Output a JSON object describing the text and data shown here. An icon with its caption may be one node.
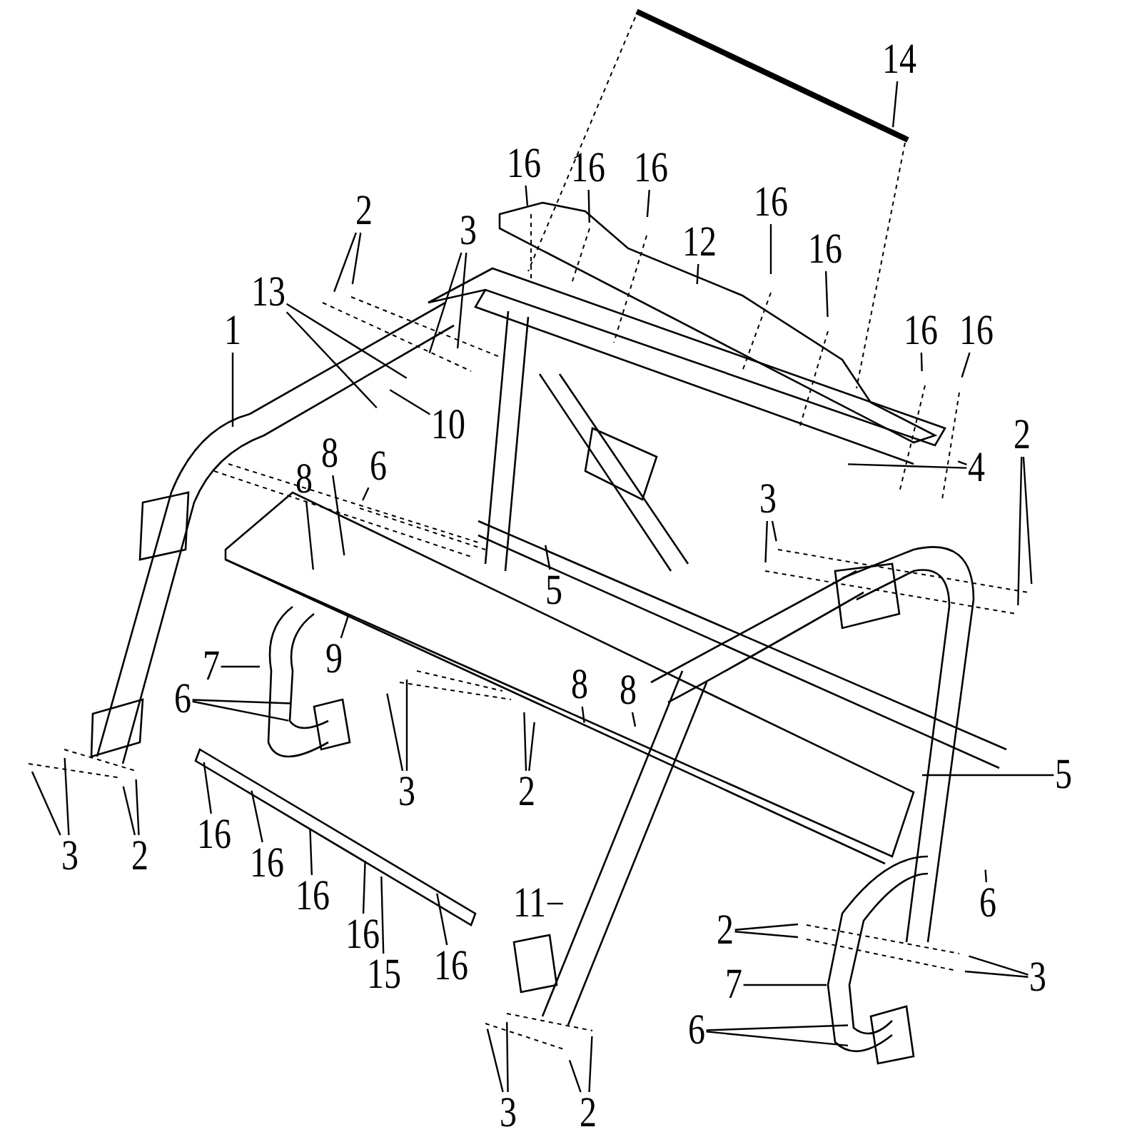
{
  "diagram": {
    "nodes": [
      {
        "text": [
          "14"
        ]
      },
      {
        "text": [
          "16"
        ]
      },
      {
        "text": [
          "16"
        ]
      },
      {
        "text": [
          "16"
        ]
      },
      {
        "text": [
          "16"
        ]
      },
      {
        "text": [
          "16"
        ]
      },
      {
        "text": [
          "16"
        ]
      },
      {
        "text": [
          "16"
        ]
      },
      {
        "text": [
          "12"
        ]
      },
      {
        "text": [
          "2"
        ]
      },
      {
        "text": [
          "3"
        ]
      },
      {
        "text": [
          "13"
        ]
      },
      {
        "text": [
          "10"
        ]
      },
      {
        "text": [
          "1"
        ]
      },
      {
        "text": [
          "8"
        ]
      },
      {
        "text": [
          "8"
        ]
      },
      {
        "text": [
          "6"
        ]
      },
      {
        "text": [
          "5"
        ]
      },
      {
        "text": [
          "3"
        ]
      },
      {
        "text": [
          "4"
        ]
      },
      {
        "text": [
          "2"
        ]
      },
      {
        "text": [
          "9"
        ]
      },
      {
        "text": [
          "7"
        ]
      },
      {
        "text": [
          "6"
        ]
      },
      {
        "text": [
          "3"
        ]
      },
      {
        "text": [
          "2"
        ]
      },
      {
        "text": [
          "8"
        ]
      },
      {
        "text": [
          "8"
        ]
      },
      {
        "text": [
          "5"
        ]
      },
      {
        "text": [
          "3"
        ]
      },
      {
        "text": [
          "2"
        ]
      },
      {
        "text": [
          "16"
        ]
      },
      {
        "text": [
          "16"
        ]
      },
      {
        "text": [
          "16"
        ]
      },
      {
        "text": [
          "16"
        ]
      },
      {
        "text": [
          "15"
        ]
      },
      {
        "text": [
          "16"
        ]
      },
      {
        "text": [
          "11"
        ]
      },
      {
        "text": [
          "6"
        ]
      },
      {
        "text": [
          "2"
        ]
      },
      {
        "text": [
          "3"
        ]
      },
      {
        "text": [
          "7"
        ]
      },
      {
        "text": [
          "6"
        ]
      },
      {
        "text": [
          "3"
        ]
      },
      {
        "text": [
          "2"
        ]
      }
    ],
    "edges": [
      {
        "from": 0,
        "to": null,
        "arrow": "none"
      },
      {
        "from": 1,
        "to": null,
        "arrow": "none"
      },
      {
        "from": 2,
        "to": null,
        "arrow": "none"
      },
      {
        "from": 3,
        "to": null,
        "arrow": "none"
      },
      {
        "from": 4,
        "to": null,
        "arrow": "none"
      },
      {
        "from": 5,
        "to": null,
        "arrow": "none"
      },
      {
        "from": 6,
        "to": null,
        "arrow": "none"
      },
      {
        "from": 7,
        "to": null,
        "arrow": "none"
      },
      {
        "from": 8,
        "to": null,
        "arrow": "none"
      },
      {
        "from": 9,
        "to": null,
        "arrow": "none"
      },
      {
        "from": 9,
        "to": null,
        "arrow": "none"
      },
      {
        "from": 10,
        "to": null,
        "arrow": "none"
      },
      {
        "from": 10,
        "to": null,
        "arrow": "none"
      },
      {
        "from": 11,
        "to": null,
        "arrow": "none"
      },
      {
        "from": 11,
        "to": null,
        "arrow": "none"
      },
      {
        "from": 12,
        "to": null,
        "arrow": "none"
      },
      {
        "from": 13,
        "to": null,
        "arrow": "none"
      },
      {
        "from": 14,
        "to": null,
        "arrow": "none"
      },
      {
        "from": 15,
        "to": null,
        "arrow": "none"
      },
      {
        "from": 16,
        "to": null,
        "arrow": "none"
      },
      {
        "from": 17,
        "to": null,
        "arrow": "none"
      },
      {
        "from": 18,
        "to": null,
        "arrow": "none"
      },
      {
        "from": 18,
        "to": null,
        "arrow": "none"
      },
      {
        "from": 19,
        "to": null,
        "arrow": "none"
      },
      {
        "from": 19,
        "to": null,
        "arrow": "none"
      },
      {
        "from": 20,
        "to": null,
        "arrow": "none"
      },
      {
        "from": 20,
        "to": null,
        "arrow": "none"
      },
      {
        "from": 21,
        "to": null,
        "arrow": "none"
      },
      {
        "from": 22,
        "to": null,
        "arrow": "none"
      },
      {
        "from": 23,
        "to": null,
        "arrow": "none"
      },
      {
        "from": 23,
        "to": null,
        "arrow": "none"
      },
      {
        "from": 24,
        "to": null,
        "arrow": "none"
      },
      {
        "from": 24,
        "to": null,
        "arrow": "none"
      },
      {
        "from": 25,
        "to": null,
        "arrow": "none"
      },
      {
        "from": 25,
        "to": null,
        "arrow": "none"
      },
      {
        "from": 26,
        "to": null,
        "arrow": "none"
      },
      {
        "from": 27,
        "to": null,
        "arrow": "none"
      },
      {
        "from": 28,
        "to": null,
        "arrow": "none"
      },
      {
        "from": 29,
        "to": null,
        "arrow": "none"
      },
      {
        "from": 29,
        "to": null,
        "arrow": "none"
      },
      {
        "from": 30,
        "to": null,
        "arrow": "none"
      },
      {
        "from": 30,
        "to": null,
        "arrow": "none"
      },
      {
        "from": 31,
        "to": null,
        "arrow": "none"
      },
      {
        "from": 32,
        "to": null,
        "arrow": "none"
      },
      {
        "from": 33,
        "to": null,
        "arrow": "none"
      },
      {
        "from": 34,
        "to": null,
        "arrow": "none"
      },
      {
        "from": 35,
        "to": null,
        "arrow": "none"
      },
      {
        "from": 36,
        "to": null,
        "arrow": "none"
      },
      {
        "from": 37,
        "to": null,
        "arrow": "none"
      },
      {
        "from": 38,
        "to": null,
        "arrow": "none"
      },
      {
        "from": 39,
        "to": null,
        "arrow": "none"
      },
      {
        "from": 39,
        "to": null,
        "arrow": "none"
      },
      {
        "from": 40,
        "to": null,
        "arrow": "none"
      },
      {
        "from": 40,
        "to": null,
        "arrow": "none"
      },
      {
        "from": 41,
        "to": null,
        "arrow": "none"
      },
      {
        "from": 42,
        "to": null,
        "arrow": "none"
      },
      {
        "from": 42,
        "to": null,
        "arrow": "none"
      },
      {
        "from": 43,
        "to": null,
        "arrow": "none"
      },
      {
        "from": 43,
        "to": null,
        "arrow": "none"
      },
      {
        "from": 44,
        "to": null,
        "arrow": "none"
      },
      {
        "from": 44,
        "to": null,
        "arrow": "none"
      }
    ]
  }
}
